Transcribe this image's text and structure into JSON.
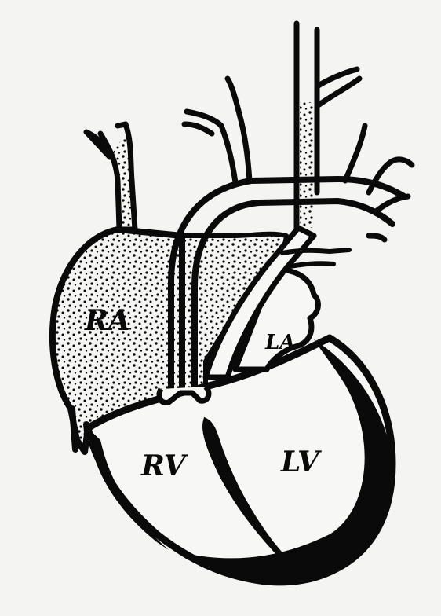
{
  "diagram": {
    "labels": {
      "ra": "RA",
      "la": "LA",
      "rv": "RV",
      "lv": "LV"
    },
    "colors": {
      "ink": "#0a0a0a",
      "paper": "#f4f4f2",
      "vessel_fill": "#f7f7f5"
    }
  }
}
